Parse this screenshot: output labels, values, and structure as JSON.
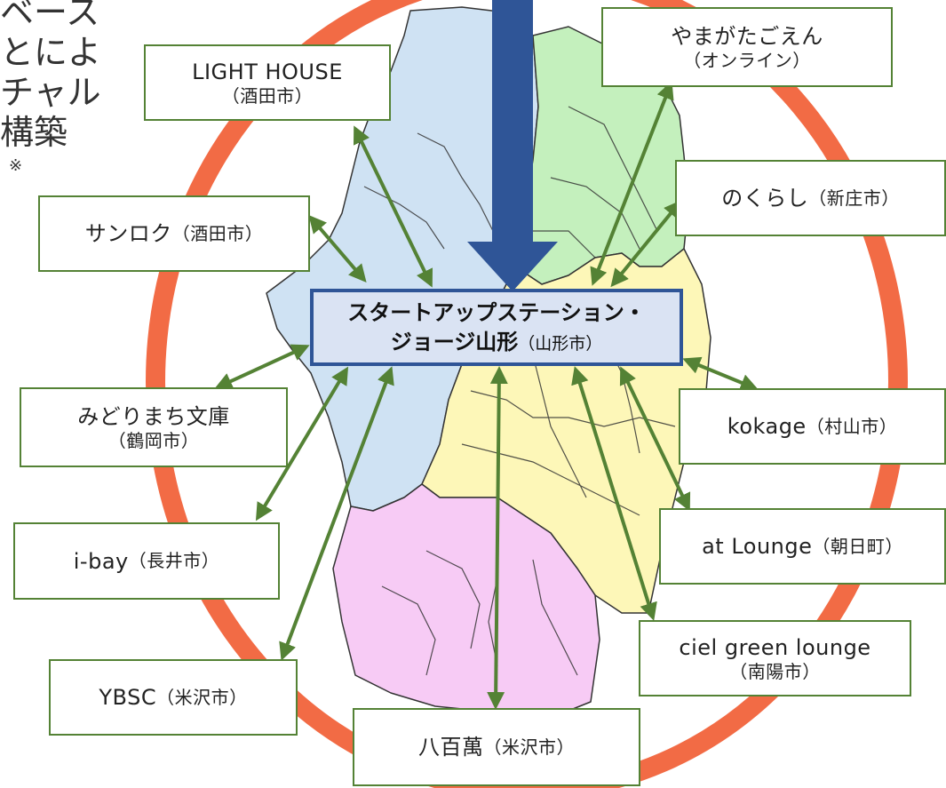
{
  "side_text": {
    "lines": "ベース\nとによ\nチャル\n構築",
    "note": "※"
  },
  "center": {
    "line1": "スタートアップステーション・",
    "line2_bold": "ジョージ山形",
    "line2_city": "（山形市）"
  },
  "nodes": {
    "light_house": {
      "name": "LIGHT HOUSE",
      "city": "（酒田市）"
    },
    "yamagatagoen": {
      "name": "やまがたごえん",
      "city": "（オンライン）"
    },
    "sanroku": {
      "name": "サンロク",
      "city": "（酒田市）"
    },
    "nokurashi": {
      "name": "のくらし",
      "city": "（新庄市）"
    },
    "midorimachi": {
      "name": "みどりまち文庫",
      "city": "（鶴岡市）"
    },
    "kokage": {
      "name": "kokage",
      "city": "（村山市）"
    },
    "ibay": {
      "name": "i-bay",
      "city": "（長井市）"
    },
    "at_lounge": {
      "name": "at Lounge",
      "city": "（朝日町）"
    },
    "ciel": {
      "name": "ciel green lounge",
      "city": "（南陽市）"
    },
    "ybsc": {
      "name": "YBSC",
      "city": "（米沢市）"
    },
    "yaoyorozu": {
      "name": "八百萬",
      "city": "（米沢市）"
    }
  },
  "colors": {
    "ring": "#f26b45",
    "arrow_main": "#2f5597",
    "connector": "#548235",
    "region_shonai": "#cfe2f3",
    "region_mogami": "#c4f0bd",
    "region_murayama": "#fdf7b8",
    "region_okitama": "#f7cbf5"
  }
}
